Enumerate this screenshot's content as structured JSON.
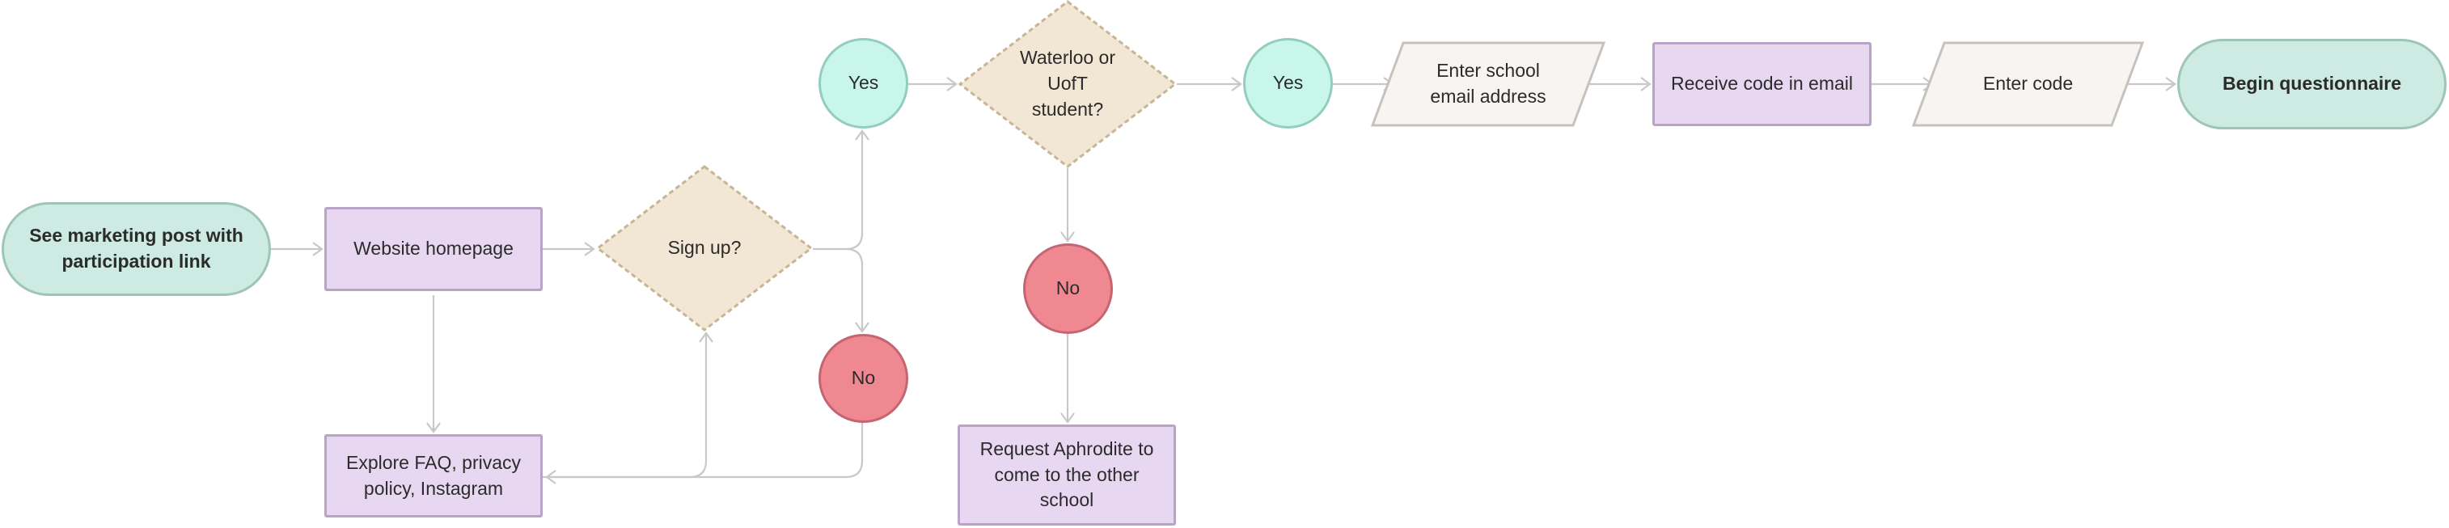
{
  "nodes": {
    "start": "See marketing post with\nparticipation link",
    "homepage": "Website homepage",
    "explore": "Explore FAQ, privacy\npolicy, Instagram",
    "signup": "Sign up?",
    "signup_yes": "Yes",
    "signup_no": "No",
    "student": "Waterloo or\nUofT\nstudent?",
    "student_yes": "Yes",
    "student_no": "No",
    "request": "Request Aphrodite to\ncome to the other\nschool",
    "enter_email": "Enter school\nemail address",
    "receive_code": "Receive code in email",
    "enter_code": "Enter code",
    "end": "Begin questionnaire"
  },
  "colors": {
    "terminal_fill": "#cdebe2",
    "process_fill": "#e7d7f0",
    "decision_fill": "#f1e7d4",
    "io_fill": "#f7f4f1",
    "yes_fill": "#c8f6ea",
    "no_fill": "#f08892",
    "connector": "#c8c8c8"
  }
}
